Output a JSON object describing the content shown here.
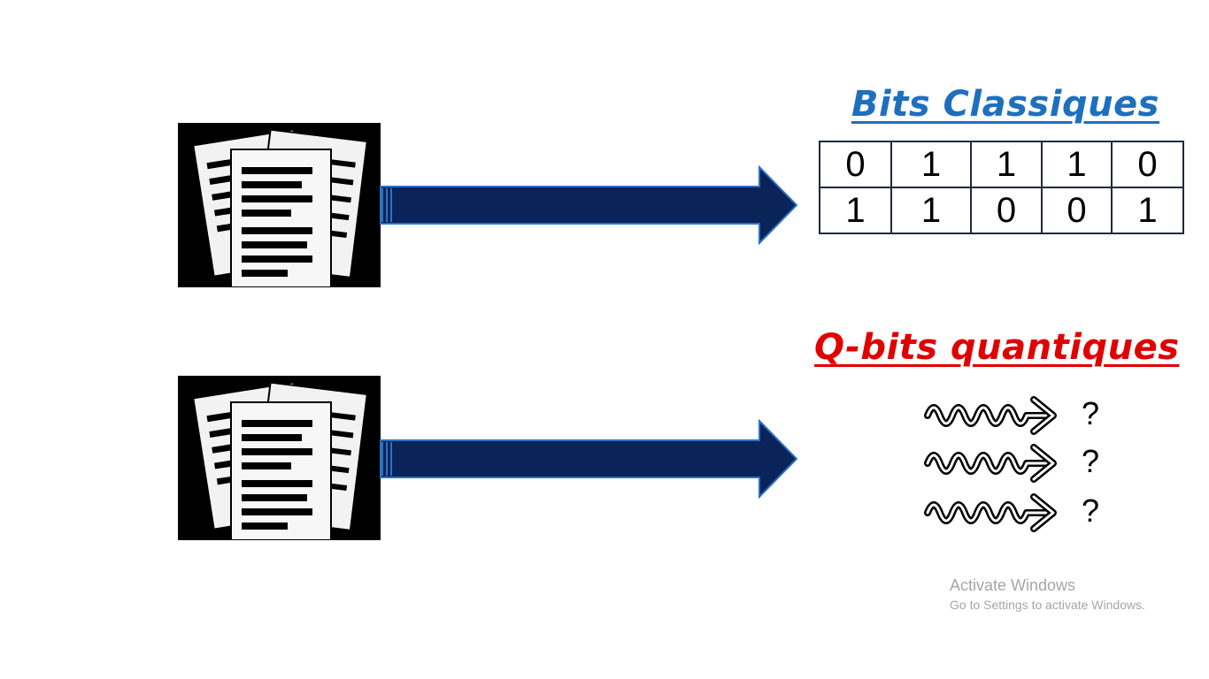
{
  "classical": {
    "heading": "Bits Classiques",
    "heading_color": "#1f6fbf",
    "bits": [
      [
        "0",
        "1",
        "1",
        "1",
        "0"
      ],
      [
        "1",
        "1",
        "0",
        "0",
        "1"
      ]
    ]
  },
  "quantum": {
    "heading": "Q-bits quantiques",
    "heading_color": "#e00000",
    "qubits": [
      {
        "mark": "?"
      },
      {
        "mark": "?"
      },
      {
        "mark": "?"
      }
    ]
  },
  "arrow_color": "#0a2359",
  "arrow_outline_color": "#2d72c2",
  "icons": {
    "documents": "documents-icon",
    "wave": "wavy-arrow-icon"
  },
  "watermark": {
    "title": "Activate Windows",
    "subtitle": "Go to Settings to activate Windows."
  }
}
